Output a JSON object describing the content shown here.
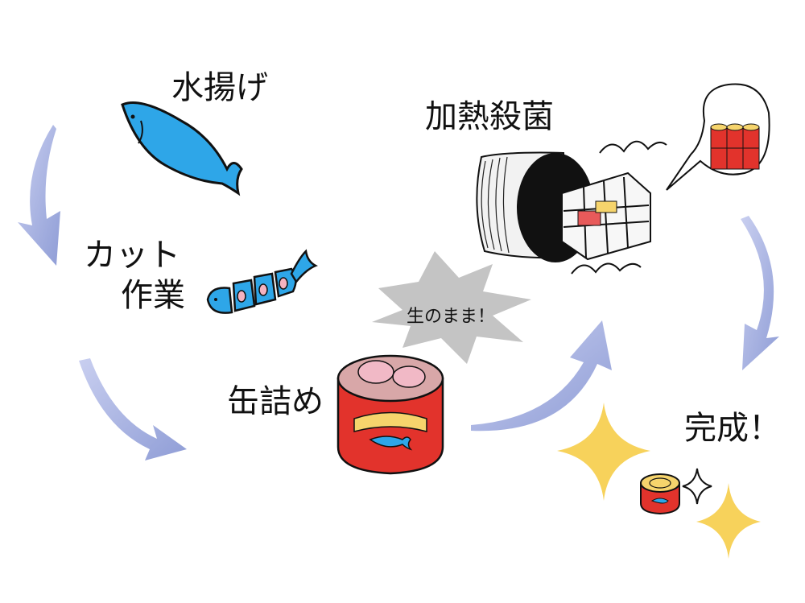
{
  "steps": {
    "landing": "水揚げ",
    "cutting_line1": "カット",
    "cutting_line2": "作業",
    "canning": "缶詰め",
    "sterilization": "加熱殺菌",
    "complete": "完成！"
  },
  "burst_text": "生のまま！",
  "colors": {
    "arrow": "#9aa6d8",
    "fish": "#2ea6e8",
    "can_red": "#e2332c",
    "sparkle": "#f7d25b",
    "burst": "#c4c4c4"
  },
  "icons": [
    "fish-icon",
    "cut-fish-icon",
    "fish-can-icon",
    "retort-sterilizer-icon",
    "sparkle-icon",
    "finished-can-icon",
    "cans-stack-icon"
  ]
}
